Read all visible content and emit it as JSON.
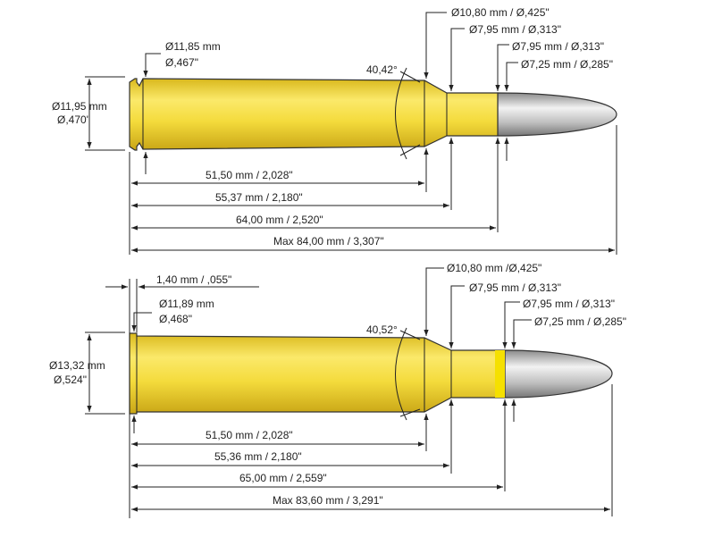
{
  "top": {
    "rim_dia": "Ø11,85 mm",
    "rim_dia_in": "Ø,467\"",
    "base_dia": "Ø11,95 mm",
    "base_dia_in": "Ø,470\"",
    "angle": "40,42°",
    "shoulder_dia": "Ø10,80 mm / Ø,425\"",
    "neck_dia": "Ø7,95 mm / Ø,313\"",
    "mouth_dia": "Ø7,95 mm / Ø,313\"",
    "bullet_dia": "Ø7,25 mm / Ø,285\"",
    "len_shoulder": "51,50 mm / 2,028\"",
    "len_neck": "55,37 mm / 2,180\"",
    "len_case": "64,00 mm / 2,520\"",
    "len_total": "Max 84,00 mm / 3,307\""
  },
  "bottom": {
    "rim_thickness": "1,40 mm / ,055\"",
    "rim_dia": "Ø11,89 mm",
    "rim_dia_in": "Ø,468\"",
    "base_dia": "Ø13,32 mm",
    "base_dia_in": "Ø,524\"",
    "angle": "40,52°",
    "shoulder_dia": "Ø10,80 mm /Ø,425\"",
    "neck_dia": "Ø7,95 mm / Ø,313\"",
    "mouth_dia": "Ø7,95 mm / Ø,313\"",
    "bullet_dia": "Ø7,25 mm / Ø,285\"",
    "len_shoulder": "51,50 mm / 2,028\"",
    "len_neck": "55,36 mm / 2,180\"",
    "len_case": "65,00 mm / 2,559\"",
    "len_total": "Max 83,60 mm / 3,291\""
  },
  "colors": {
    "brass": "#f2dc3a",
    "bullet": "#b8b8b8"
  }
}
